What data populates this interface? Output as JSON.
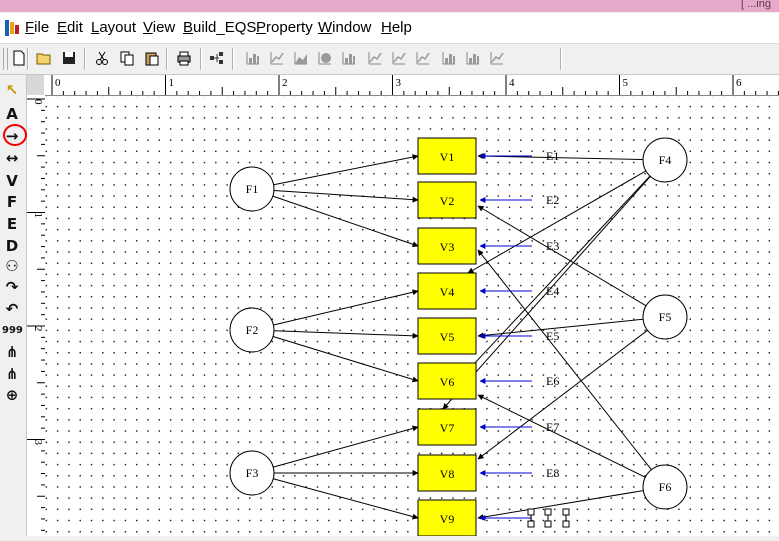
{
  "title_fragment": "[ ...ing",
  "menu": [
    {
      "label": "File",
      "key": "F"
    },
    {
      "label": "Edit",
      "key": "E"
    },
    {
      "label": "Layout",
      "key": "L"
    },
    {
      "label": "View",
      "key": "V"
    },
    {
      "label": "Build_EQS",
      "key": "B"
    },
    {
      "label": "Property",
      "key": "P"
    },
    {
      "label": "Window",
      "key": "W"
    },
    {
      "label": "Help",
      "key": "H"
    }
  ],
  "toolbar_icons": [
    "new-file-icon",
    "open-folder-icon",
    "save-icon",
    "cut-icon",
    "copy-icon",
    "paste-icon",
    "print-icon",
    "diagram-icon",
    "histogram-icon",
    "scatter-icon",
    "area-chart-icon",
    "pie-chart-icon",
    "bar-chart-icon",
    "line-chart-icon",
    "line-chart-2-icon",
    "line-chart-3-icon",
    "3d-chart-icon",
    "stacked-chart-icon",
    "boxplot-icon"
  ],
  "left_tools": [
    {
      "name": "pointer-tool",
      "glyph": "↖"
    },
    {
      "name": "text-tool",
      "glyph": "A"
    },
    {
      "name": "one-way-arrow-tool",
      "glyph": "→"
    },
    {
      "name": "two-way-arrow-tool",
      "glyph": "↔"
    },
    {
      "name": "v-variable-tool",
      "glyph": "V"
    },
    {
      "name": "f-factor-tool",
      "glyph": "F"
    },
    {
      "name": "e-error-tool",
      "glyph": "E"
    },
    {
      "name": "d-disturbance-tool",
      "glyph": "D"
    },
    {
      "name": "group-tool",
      "glyph": "⚇"
    },
    {
      "name": "curve-clockwise-tool",
      "glyph": "↷"
    },
    {
      "name": "curve-counter-tool",
      "glyph": "↶"
    },
    {
      "name": "value-tool",
      "glyph": "999"
    },
    {
      "name": "tree-tool",
      "glyph": "⋔"
    },
    {
      "name": "tree-2-tool",
      "glyph": "⋔"
    },
    {
      "name": "crosshair-tool",
      "glyph": "⊕"
    }
  ],
  "ruler": {
    "h_labels": [
      "0",
      "1",
      "2",
      "3",
      "4",
      "5",
      "6"
    ],
    "v_labels": [
      "0",
      "1",
      "2",
      "3"
    ]
  },
  "diagram": {
    "factors": [
      {
        "id": "F1",
        "label": "F1"
      },
      {
        "id": "F2",
        "label": "F2"
      },
      {
        "id": "F3",
        "label": "F3"
      },
      {
        "id": "F4",
        "label": "F4"
      },
      {
        "id": "F5",
        "label": "F5"
      },
      {
        "id": "F6",
        "label": "F6"
      }
    ],
    "variables": [
      "V1",
      "V2",
      "V3",
      "V4",
      "V5",
      "V6",
      "V7",
      "V8",
      "V9"
    ],
    "errors": [
      "E1",
      "E2",
      "E3",
      "E4",
      "E5",
      "E6",
      "E7",
      "E8"
    ],
    "colors": {
      "variable_fill": "#ffff00",
      "error_arrow": "#0000cc",
      "path": "#000000",
      "selection": "#e00000"
    }
  }
}
